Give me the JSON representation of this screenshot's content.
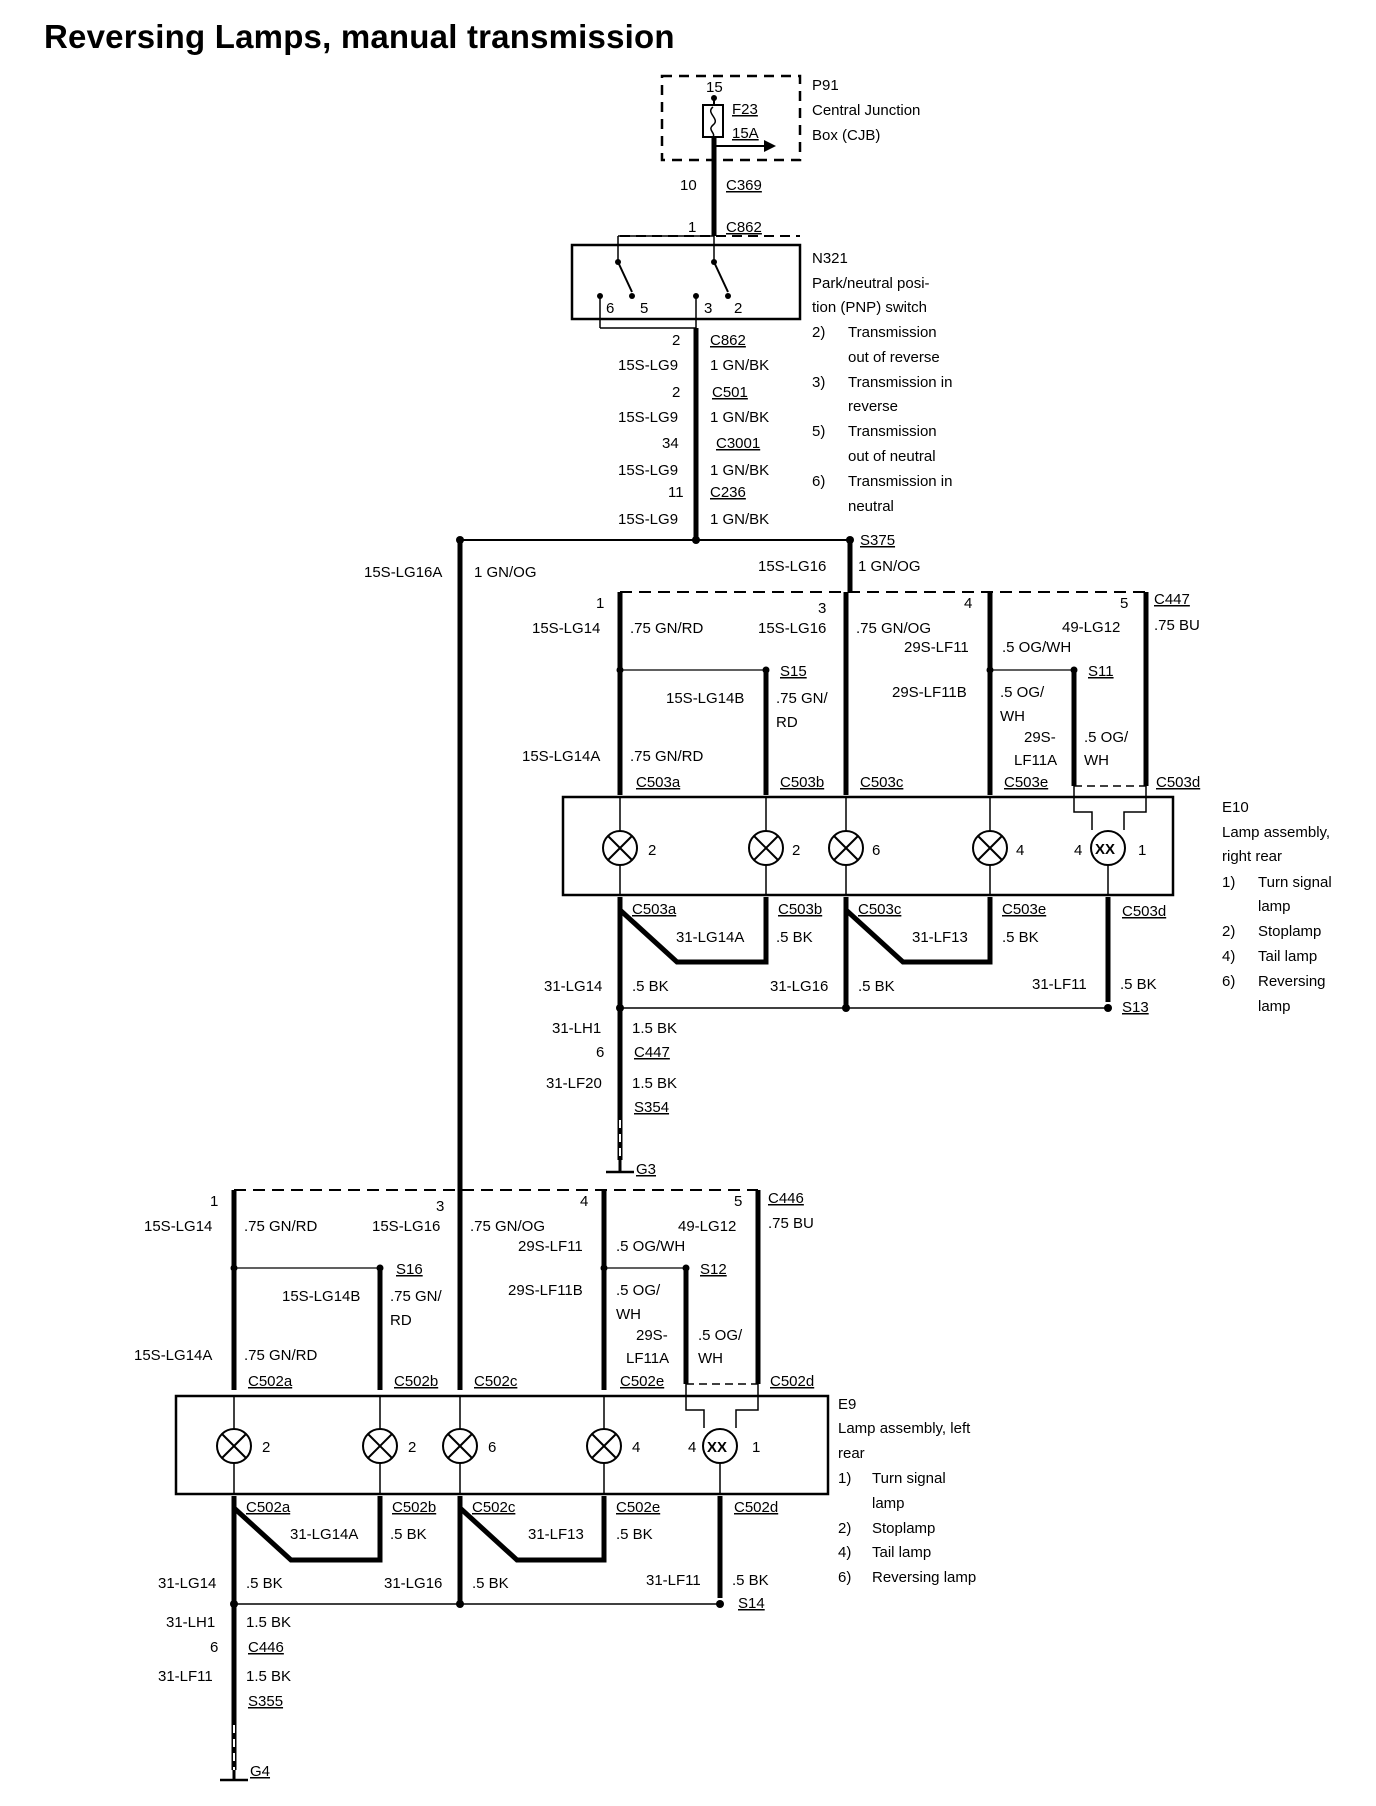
{
  "title": "Reversing Lamps, manual transmission",
  "labels": {
    "p91": [
      "P91",
      "Central Junction",
      "Box (CJB)"
    ],
    "f23": [
      "F23",
      "15A"
    ],
    "c369": [
      "10",
      "C369"
    ],
    "c862_top": [
      "1",
      "C862"
    ],
    "n321": [
      "N321",
      "Park/neutral posi-",
      "tion (PNP) switch"
    ],
    "pnp_items": [
      "2)",
      "Transmission",
      "out of reverse",
      "3)",
      "Transmission in",
      "reverse",
      "5)",
      "Transmission",
      "out of neutral",
      "6)",
      "Transmission in",
      "neutral"
    ],
    "pnp_pins": [
      "6",
      "5",
      "3",
      "2"
    ],
    "trunk": [
      "2",
      "C862",
      "15S-LG9",
      "1 GN/BK",
      "2",
      "C501",
      "15S-LG9",
      "1 GN/BK",
      "34",
      "C3001",
      "15S-LG9",
      "1 GN/BK",
      "11",
      "C236",
      "15S-LG9",
      "1 GN/BK"
    ],
    "s375": [
      "S375",
      "15S-LG16",
      "1 GN/OG",
      "15S-LG16A",
      "1 GN/OG"
    ],
    "e10_wires": [
      "1",
      "15S-LG14",
      ".75 GN/RD",
      "3",
      "15S-LG16",
      ".75 GN/OG",
      "4",
      "29S-LF11",
      ".5 OG/WH",
      "5",
      "49-LG12",
      "C447",
      ".75 BU",
      "S15",
      "15S-LG14B",
      ".75 GN/",
      "RD",
      "29S-LF11B",
      ".5 OG/",
      "WH",
      "S11",
      "29S-",
      "LF11A",
      ".5 OG/",
      "WH",
      "15S-LG14A",
      ".75 GN/RD"
    ],
    "e10_conns": [
      "C503a",
      "C503b",
      "C503c",
      "C503e",
      "C503d"
    ],
    "e10_lamps": [
      "2",
      "2",
      "6",
      "4",
      "4",
      "1"
    ],
    "e10_desc": [
      "E10",
      "Lamp assembly,",
      "right rear",
      "1)",
      "Turn signal",
      "lamp",
      "2)",
      "Stoplamp",
      "4)",
      "Tail lamp",
      "6)",
      "Reversing",
      "lamp"
    ],
    "e10_ground": [
      "C503a",
      "C503b",
      "C503c",
      "C503e",
      "C503d",
      "31-LG14A",
      ".5 BK",
      "31-LF13",
      ".5 BK",
      "31-LG14",
      ".5 BK",
      "31-LG16",
      ".5 BK",
      "31-LF11",
      ".5 BK",
      "S13",
      "31-LH1",
      "1.5 BK",
      "6",
      "C447",
      "31-LF20",
      "1.5 BK",
      "S354",
      "G3"
    ],
    "e9_wires": [
      "1",
      "15S-LG14",
      ".75 GN/RD",
      "3",
      "15S-LG16",
      ".75 GN/OG",
      "4",
      "29S-LF11",
      ".5 OG/WH",
      "5",
      "49-LG12",
      "C446",
      ".75 BU",
      "S16",
      "15S-LG14B",
      ".75 GN/",
      "RD",
      "29S-LF11B",
      ".5 OG/",
      "WH",
      "S12",
      "29S-",
      "LF11A",
      ".5 OG/",
      "WH",
      "15S-LG14A",
      ".75 GN/RD"
    ],
    "e9_conns": [
      "C502a",
      "C502b",
      "C502c",
      "C502e",
      "C502d"
    ],
    "e9_lamps": [
      "2",
      "2",
      "6",
      "4",
      "4",
      "1"
    ],
    "e9_desc": [
      "E9",
      "Lamp assembly, left",
      "rear",
      "1)",
      "Turn signal",
      "lamp",
      "2)",
      "Stoplamp",
      "4)",
      "Tail lamp",
      "6)",
      "Reversing lamp"
    ],
    "e9_ground": [
      "C502a",
      "C502b",
      "C502c",
      "C502e",
      "C502d",
      "31-LG14A",
      ".5 BK",
      "31-LF13",
      ".5 BK",
      "31-LG14",
      ".5 BK",
      "31-LG16",
      ".5 BK",
      "31-LF11",
      ".5 BK",
      "S14",
      "31-LH1",
      "1.5 BK",
      "6",
      "C446",
      "31-LF11",
      "1.5 BK",
      "S355",
      "G4"
    ]
  },
  "colors": {
    "ink": "#000000",
    "paper": "#ffffff"
  }
}
